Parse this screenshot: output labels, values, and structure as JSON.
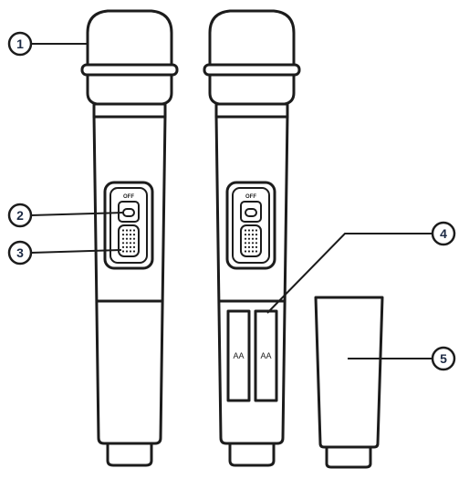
{
  "callouts": [
    {
      "number": "1",
      "target": "microphone-head"
    },
    {
      "number": "2",
      "target": "power-switch"
    },
    {
      "number": "3",
      "target": "speaker-grille"
    },
    {
      "number": "4",
      "target": "battery-compartment"
    },
    {
      "number": "5",
      "target": "battery-cover"
    }
  ],
  "switch_label": "OFF",
  "battery_label": "AA",
  "colors": {
    "ink": "#1c1c1c",
    "callout_text": "#1c2a44",
    "background": "#ffffff"
  }
}
